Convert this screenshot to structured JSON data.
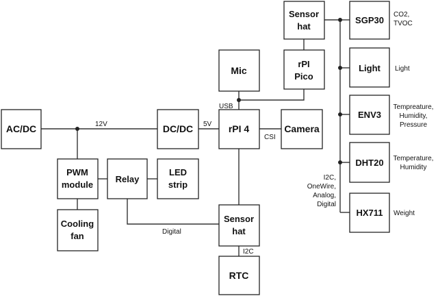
{
  "blocks": {
    "acdc": {
      "lines": [
        "AC/DC"
      ]
    },
    "dcdc": {
      "lines": [
        "DC/DC"
      ]
    },
    "rpi4": {
      "lines": [
        "rPI 4"
      ]
    },
    "camera": {
      "lines": [
        "Camera"
      ]
    },
    "mic": {
      "lines": [
        "Mic"
      ]
    },
    "rpi_pico": {
      "lines": [
        "rPI",
        "Pico"
      ]
    },
    "sensor_hat_top": {
      "lines": [
        "Sensor",
        "hat"
      ]
    },
    "pwm_module": {
      "lines": [
        "PWM",
        "module"
      ]
    },
    "relay": {
      "lines": [
        "Relay"
      ]
    },
    "led_strip": {
      "lines": [
        "LED",
        "strip"
      ]
    },
    "cooling_fan": {
      "lines": [
        "Cooling",
        "fan"
      ]
    },
    "sensor_hat_bottom": {
      "lines": [
        "Sensor",
        "hat"
      ]
    },
    "rtc": {
      "lines": [
        "RTC"
      ]
    },
    "sgp30": {
      "lines": [
        "SGP30"
      ]
    },
    "light": {
      "lines": [
        "Light"
      ]
    },
    "env3": {
      "lines": [
        "ENV3"
      ]
    },
    "dht20": {
      "lines": [
        "DHT20"
      ]
    },
    "hx711": {
      "lines": [
        "HX711"
      ]
    }
  },
  "labels": {
    "v12": "12V",
    "v5": "5V",
    "usb": "USB",
    "csi": "CSI",
    "digital": "Digital",
    "i2c": "I2C",
    "bus": [
      "I2C,",
      "OneWire,",
      "Analog,",
      "Digital"
    ],
    "sgp30_desc": [
      "CO2,",
      "TVOC"
    ],
    "light_desc": [
      "Light"
    ],
    "env3_desc": [
      "Tempreature,",
      "Humidity,",
      "Pressure"
    ],
    "dht20_desc": [
      "Temperature,",
      "Humidity"
    ],
    "hx711_desc": [
      "Weight"
    ]
  }
}
